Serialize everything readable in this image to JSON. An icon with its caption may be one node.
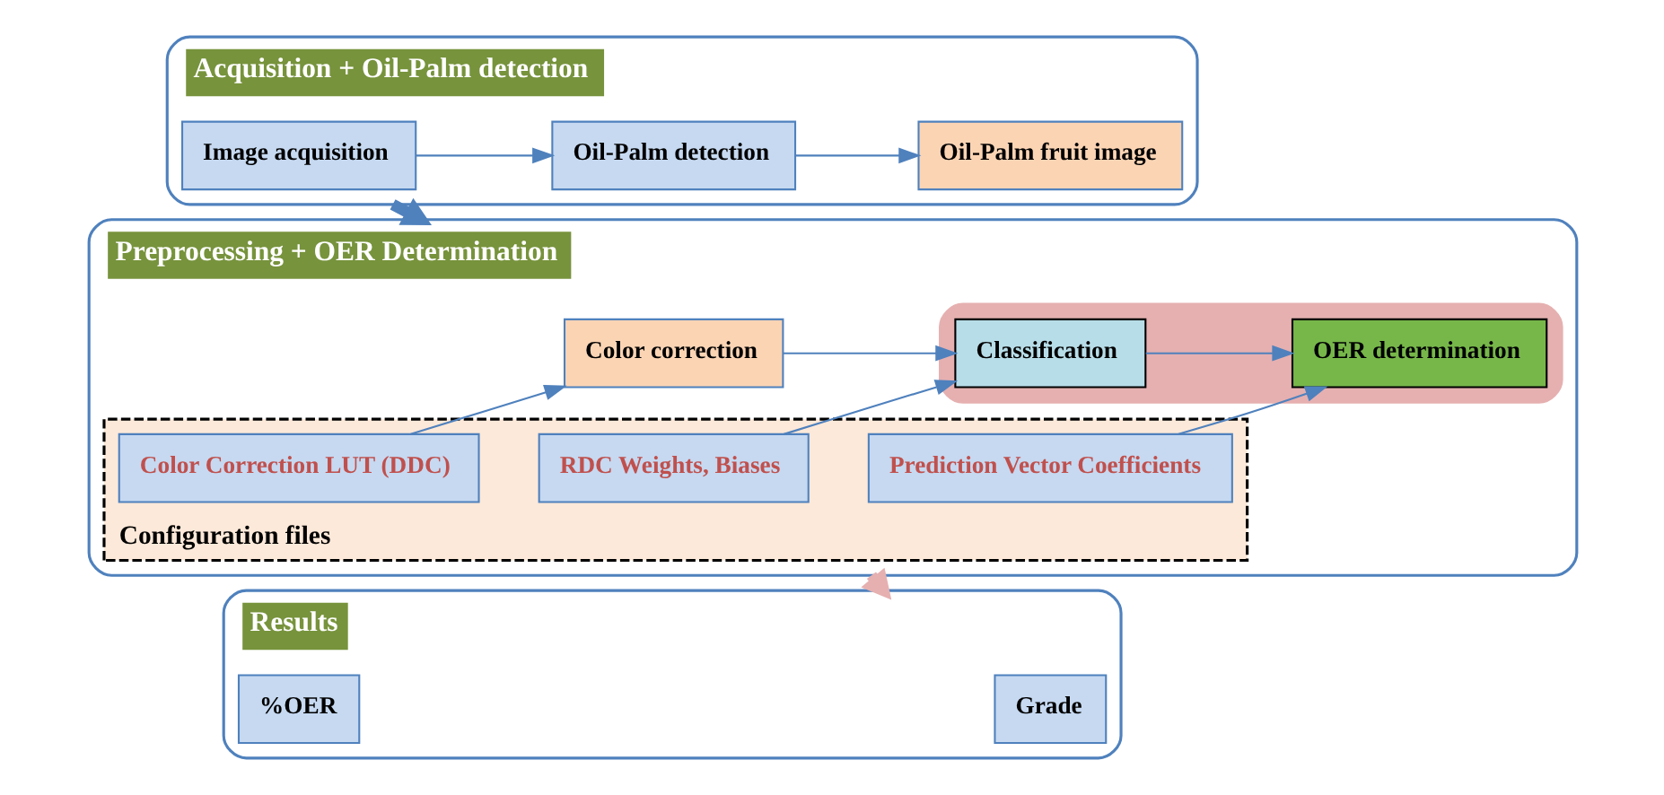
{
  "diagram": {
    "nodes": [
      {
        "text": [
          "Acquisition + Oil-Palm detection"
        ]
      },
      {
        "text": [
          "Image acquisition"
        ],
        "in": 0
      },
      {
        "text": [
          "Oil-Palm detection"
        ],
        "in": 0
      },
      {
        "text": [
          "Oil-Palm fruit image"
        ],
        "in": 0
      },
      {
        "text": [
          "Preprocessing + OER Determination"
        ]
      },
      {
        "text": [
          "Color correction"
        ],
        "in": 4
      },
      {
        "text": [],
        "shape": "box",
        "in": 4
      },
      {
        "text": [
          "Classification"
        ],
        "in": 6
      },
      {
        "text": [
          "OER determination"
        ],
        "in": 6
      },
      {
        "text": [
          "Configuration files"
        ],
        "in": 4
      },
      {
        "text": [
          "Color Correction LUT (DDC)"
        ],
        "in": 9
      },
      {
        "text": [
          "RDC Weights, Biases"
        ],
        "in": 9
      },
      {
        "text": [
          "Prediction Vector Coefficients"
        ],
        "in": 9
      },
      {
        "text": [
          "Results"
        ]
      },
      {
        "text": [
          "Grade"
        ],
        "in": 13
      },
      {
        "text": [
          "%OER"
        ],
        "in": 13
      }
    ],
    "edges": [
      {
        "from": 1,
        "to": 2,
        "arrow": "to"
      },
      {
        "from": 2,
        "to": 3,
        "arrow": "to"
      },
      {
        "from": 0,
        "to": 4,
        "arrow": "to",
        "style": "thick",
        "color": "#4f81bd"
      },
      {
        "from": 5,
        "to": 7,
        "arrow": "to"
      },
      {
        "from": 7,
        "to": 8,
        "arrow": "to"
      },
      {
        "from": 10,
        "to": 5,
        "arrow": "to"
      },
      {
        "from": 11,
        "to": 7,
        "arrow": "to"
      },
      {
        "from": 12,
        "to": 8,
        "arrow": "to"
      },
      {
        "from": 4,
        "to": 13,
        "arrow": "to",
        "style": "thick",
        "color": "#e6b0b0"
      }
    ]
  }
}
